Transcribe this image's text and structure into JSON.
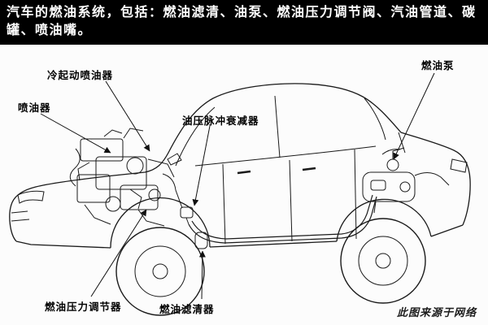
{
  "header": {
    "line1": "汽车的燃油系统，包括：燃油滤清、油泵、燃油压力调节阀、汽油管道、碳",
    "line2": "罐、喷油嘴。"
  },
  "diagram": {
    "labels": [
      {
        "name": "cold-start-injector",
        "text": "冷起动喷油器"
      },
      {
        "name": "injector",
        "text": "喷油器"
      },
      {
        "name": "pressure-pulsation-damper",
        "text": "油压脉冲衰减器"
      },
      {
        "name": "fuel-pump",
        "text": "燃油泵"
      },
      {
        "name": "fuel-pressure-regulator",
        "text": "燃油压力调节器"
      },
      {
        "name": "fuel-filter",
        "text": "燃油滤清器"
      }
    ],
    "credit": "此图来源于网络"
  },
  "colors": {
    "caption_bg": "#000000",
    "caption_text": "#ffffff",
    "line_color": "#1a1a1a",
    "background": "#fcfcfc"
  }
}
